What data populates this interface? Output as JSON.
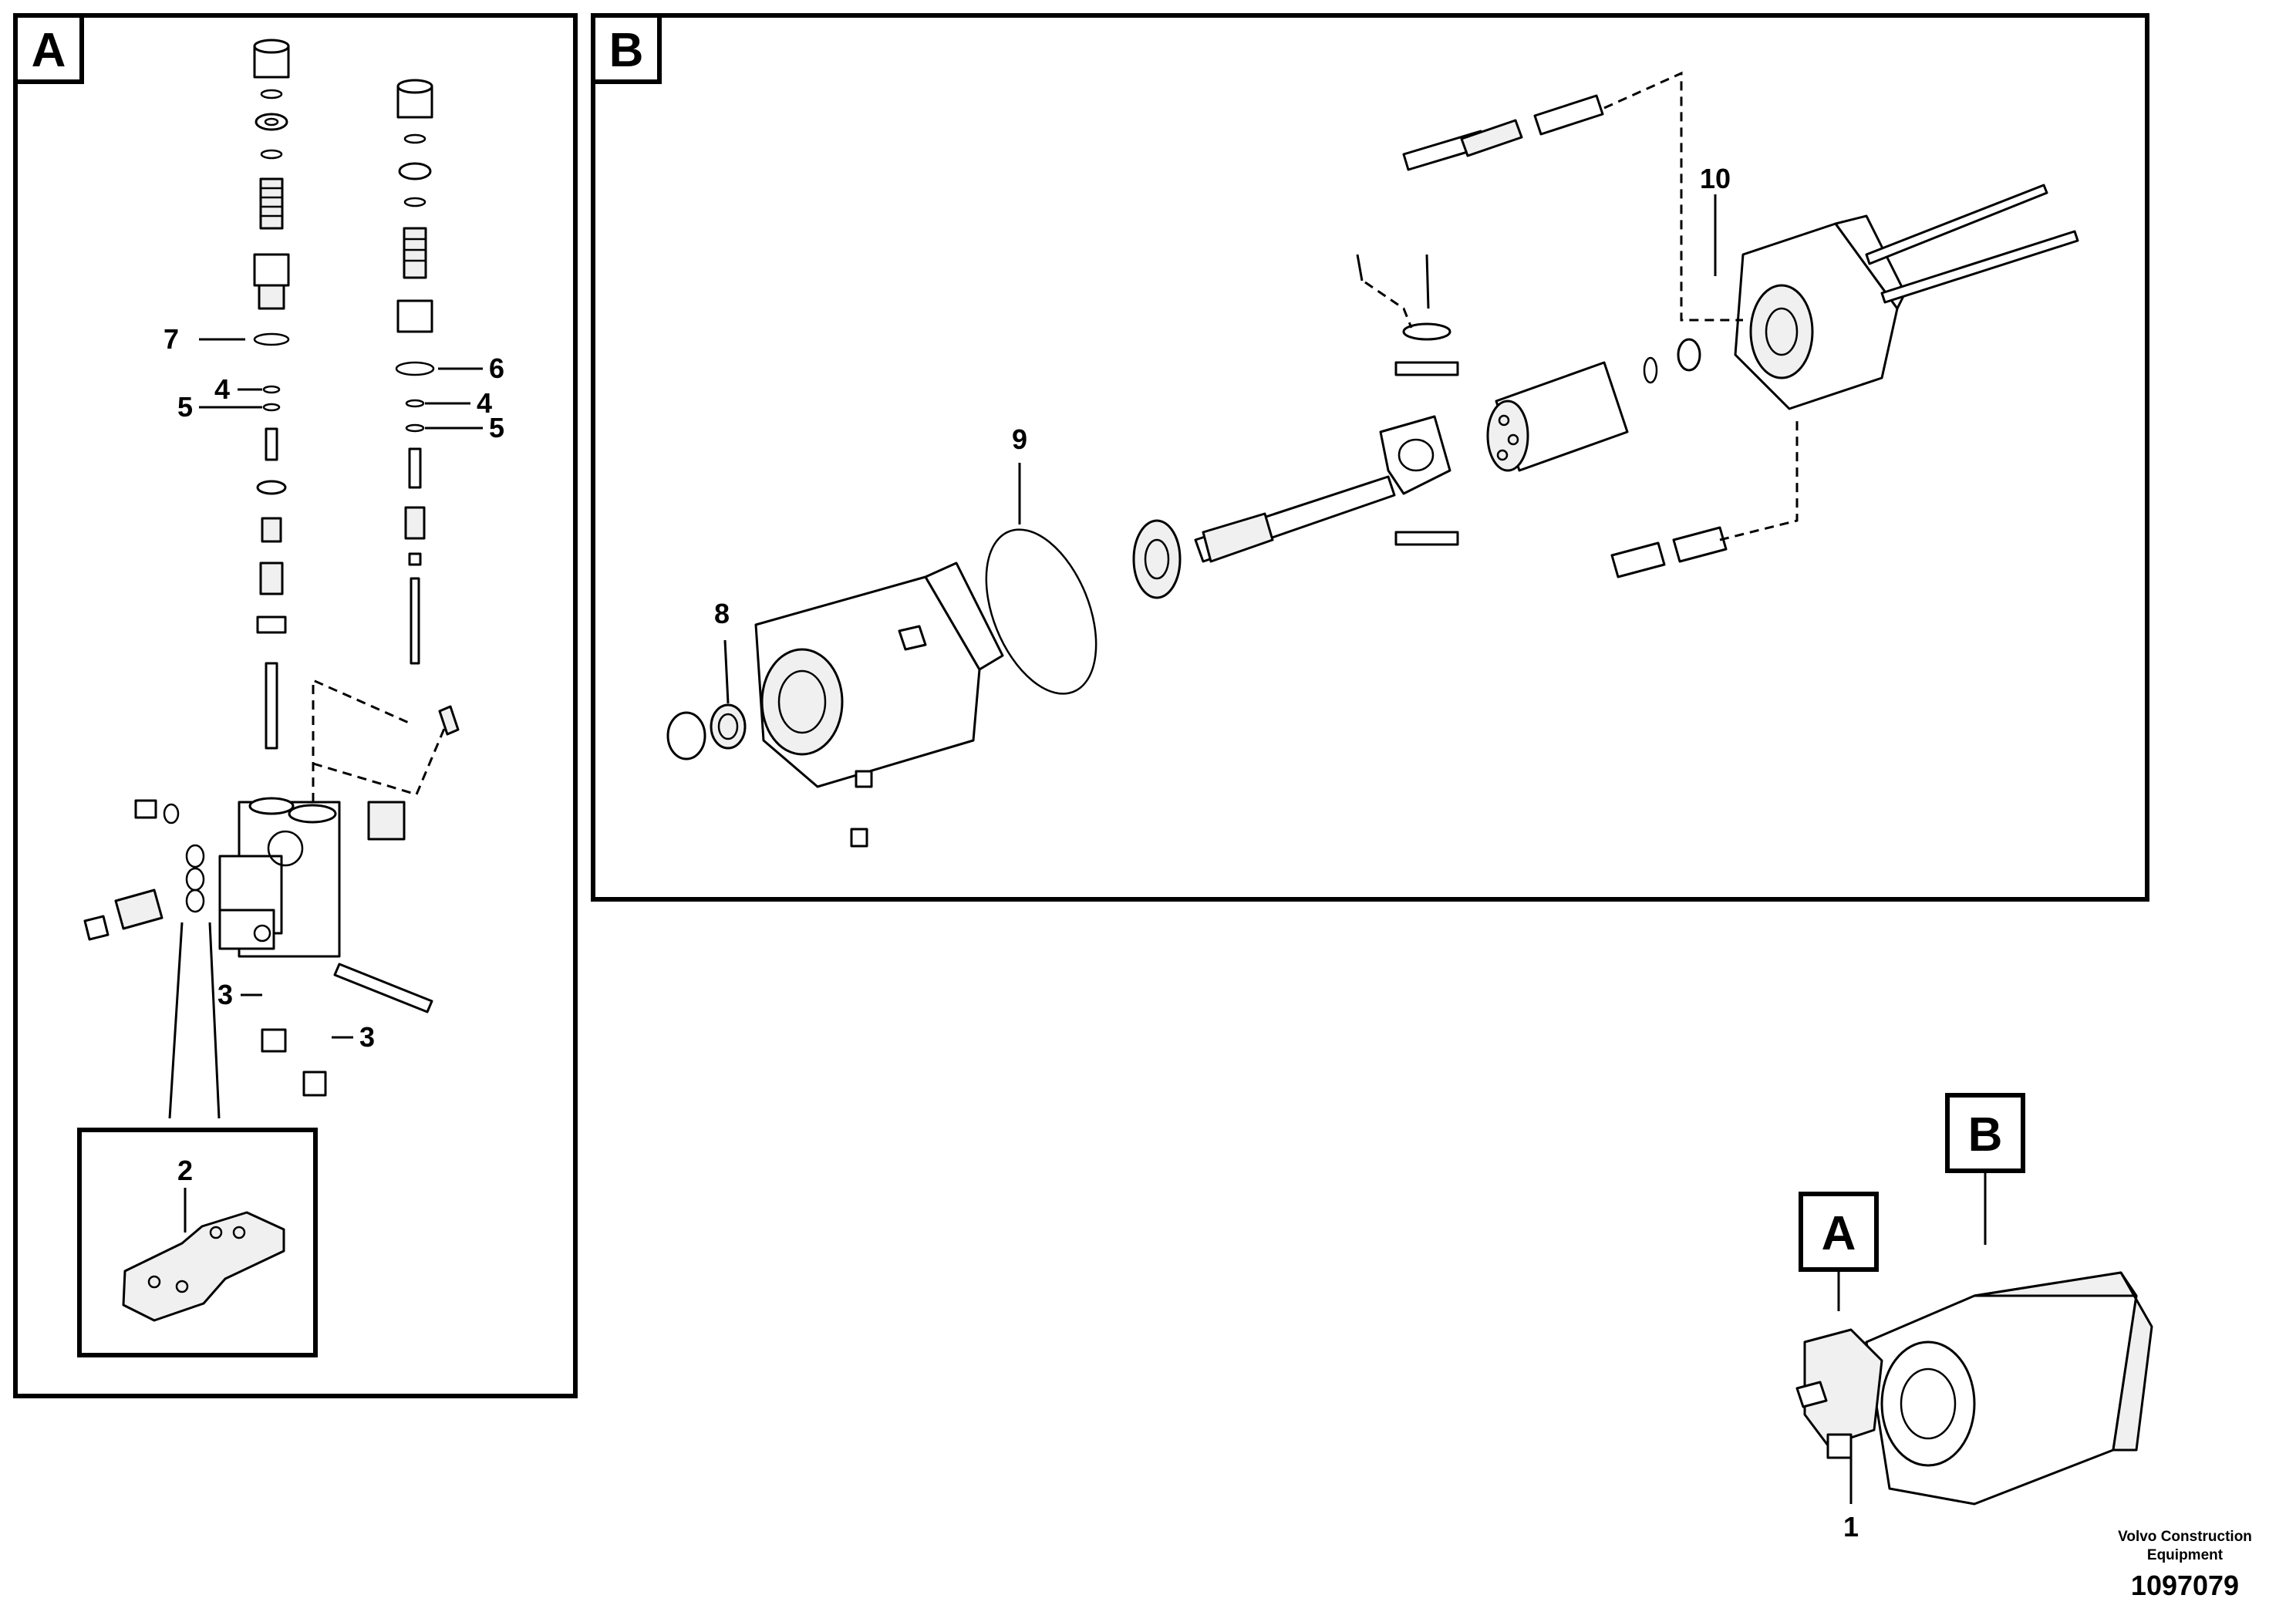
{
  "panels": {
    "a": {
      "letter": "A"
    },
    "b": {
      "letter": "B"
    }
  },
  "callouts": {
    "c1": "1",
    "c2": "2",
    "c3a": "3",
    "c3b": "3",
    "c4a": "4",
    "c4b": "4",
    "c5a": "5",
    "c5b": "5",
    "c6": "6",
    "c7": "7",
    "c8": "8",
    "c9": "9",
    "c10": "10"
  },
  "overview": {
    "tag_a": "A",
    "tag_b": "B"
  },
  "footer": {
    "brand_line1": "Volvo Construction",
    "brand_line2": "Equipment",
    "doc_number": "1097079"
  }
}
